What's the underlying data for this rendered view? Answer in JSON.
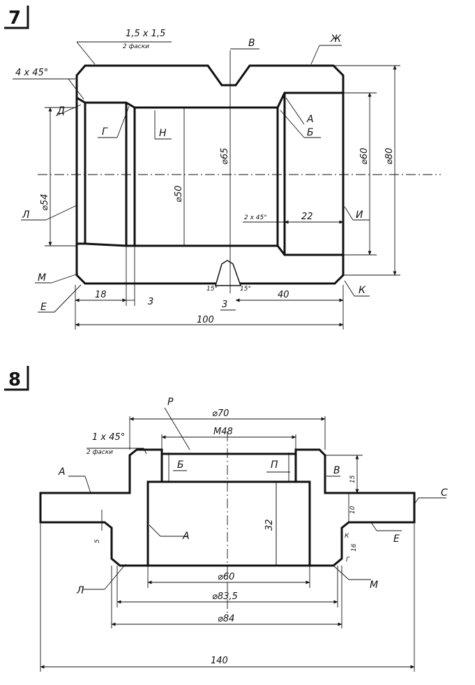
{
  "drawing7": {
    "number": "7",
    "chamfer_top": "1,5 x 1,5",
    "chamfer_top_sub": "2 фаски",
    "chamfer_left": "4 x 45°",
    "letters": {
      "V": "В",
      "ZH": "Ж",
      "D": "Д",
      "G": "Г",
      "N": "Н",
      "A": "А",
      "B": "Б",
      "L": "Л",
      "I": "И",
      "M": "М",
      "E": "Е",
      "K": "К"
    },
    "dims": {
      "d65": "⌀65",
      "d60": "⌀60",
      "d80": "⌀80",
      "d50": "⌀50",
      "d54": "⌀54",
      "chamfer_right": "2 x 45°",
      "len22": "22",
      "len18": "18",
      "len3a": "3",
      "len3b": "3",
      "len40": "40",
      "len100": "100",
      "ang1": "15°",
      "ang2": "15°"
    }
  },
  "drawing8": {
    "number": "8",
    "chamfer": "1 x 45°",
    "chamfer_sub": "2 фаски",
    "letters": {
      "P": "Р",
      "A": "А",
      "B": "Б",
      "P2": "П",
      "V": "В",
      "C": "С",
      "E": "Е",
      "K": "К",
      "G": "Г",
      "L": "Л",
      "M": "М",
      "A2": "А"
    },
    "dims": {
      "d70": "⌀70",
      "m48": "М48",
      "d15": "15",
      "d10": "10",
      "d32": "32",
      "d5": "5",
      "d16": "16",
      "d60": "⌀60",
      "d83": "⌀83,5",
      "d84": "⌀84",
      "len140": "140"
    }
  }
}
